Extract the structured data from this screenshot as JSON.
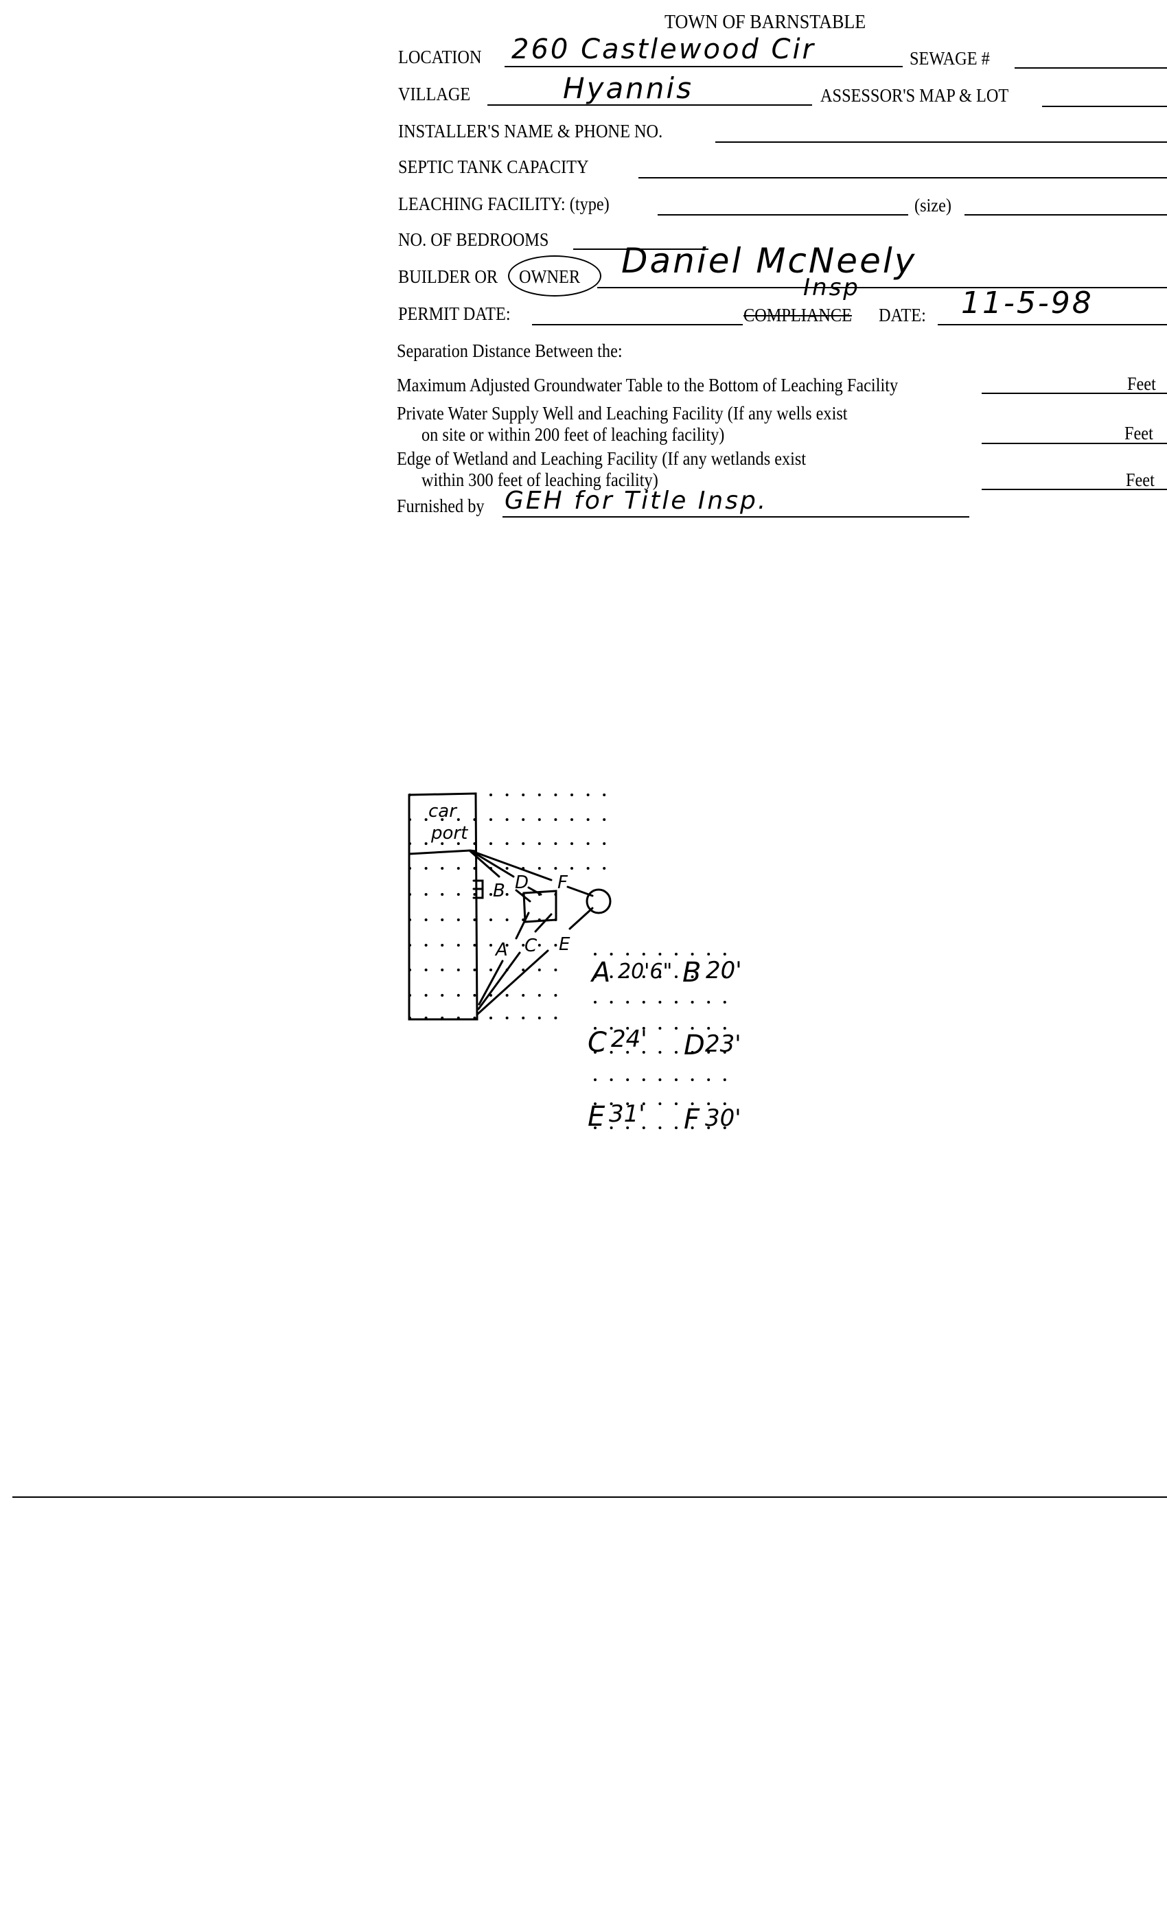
{
  "form": {
    "title": "TOWN OF BARNSTABLE",
    "location_label": "LOCATION",
    "location_value": "260 Castlewood Cir",
    "sewage_label": "SEWAGE #",
    "village_label": "VILLAGE",
    "village_value": "Hyannis",
    "assessor_label": "ASSESSOR'S MAP & LOT",
    "installer_label": "INSTALLER'S NAME & PHONE NO.",
    "septic_label": "SEPTIC TANK CAPACITY",
    "leaching_label": "LEACHING FACILITY: (type)",
    "size_label": "(size)",
    "bedrooms_label": "NO. OF BEDROOMS",
    "builder_label": "BUILDER OR",
    "owner_label": "OWNER",
    "owner_value": "Daniel McNeely",
    "permit_label": "PERMIT DATE:",
    "compliance_label": "COMPLIANCE",
    "compliance_correction": "Insp",
    "date_label": "DATE:",
    "date_value": "11-5-98"
  },
  "separation": {
    "heading": "Separation Distance Between the:",
    "row1": "Maximum Adjusted Groundwater Table to the Bottom of Leaching Facility",
    "row2a": "Private Water Supply Well and Leaching Facility  (If any wells exist",
    "row2b": "on site or within 200 feet of leaching facility)",
    "row3a": "Edge of Wetland and Leaching Facility (If any wetlands exist",
    "row3b": "within 300 feet of leaching facility)",
    "unit": "Feet",
    "furnished_label": "Furnished by",
    "furnished_value": "GEH for Title Insp."
  },
  "diagram": {
    "carport_1": "car",
    "carport_2": "port",
    "labels": {
      "A": "A",
      "B": "B",
      "C": "C",
      "D": "D",
      "E": "E",
      "F": "F"
    },
    "measurements": [
      {
        "label": "A",
        "value": "20'6\""
      },
      {
        "label": "B",
        "value": "20'"
      },
      {
        "label": "C",
        "value": "24'"
      },
      {
        "label": "D",
        "value": "23'"
      },
      {
        "label": "E",
        "value": "31'"
      },
      {
        "label": "F",
        "value": "30'"
      }
    ]
  }
}
